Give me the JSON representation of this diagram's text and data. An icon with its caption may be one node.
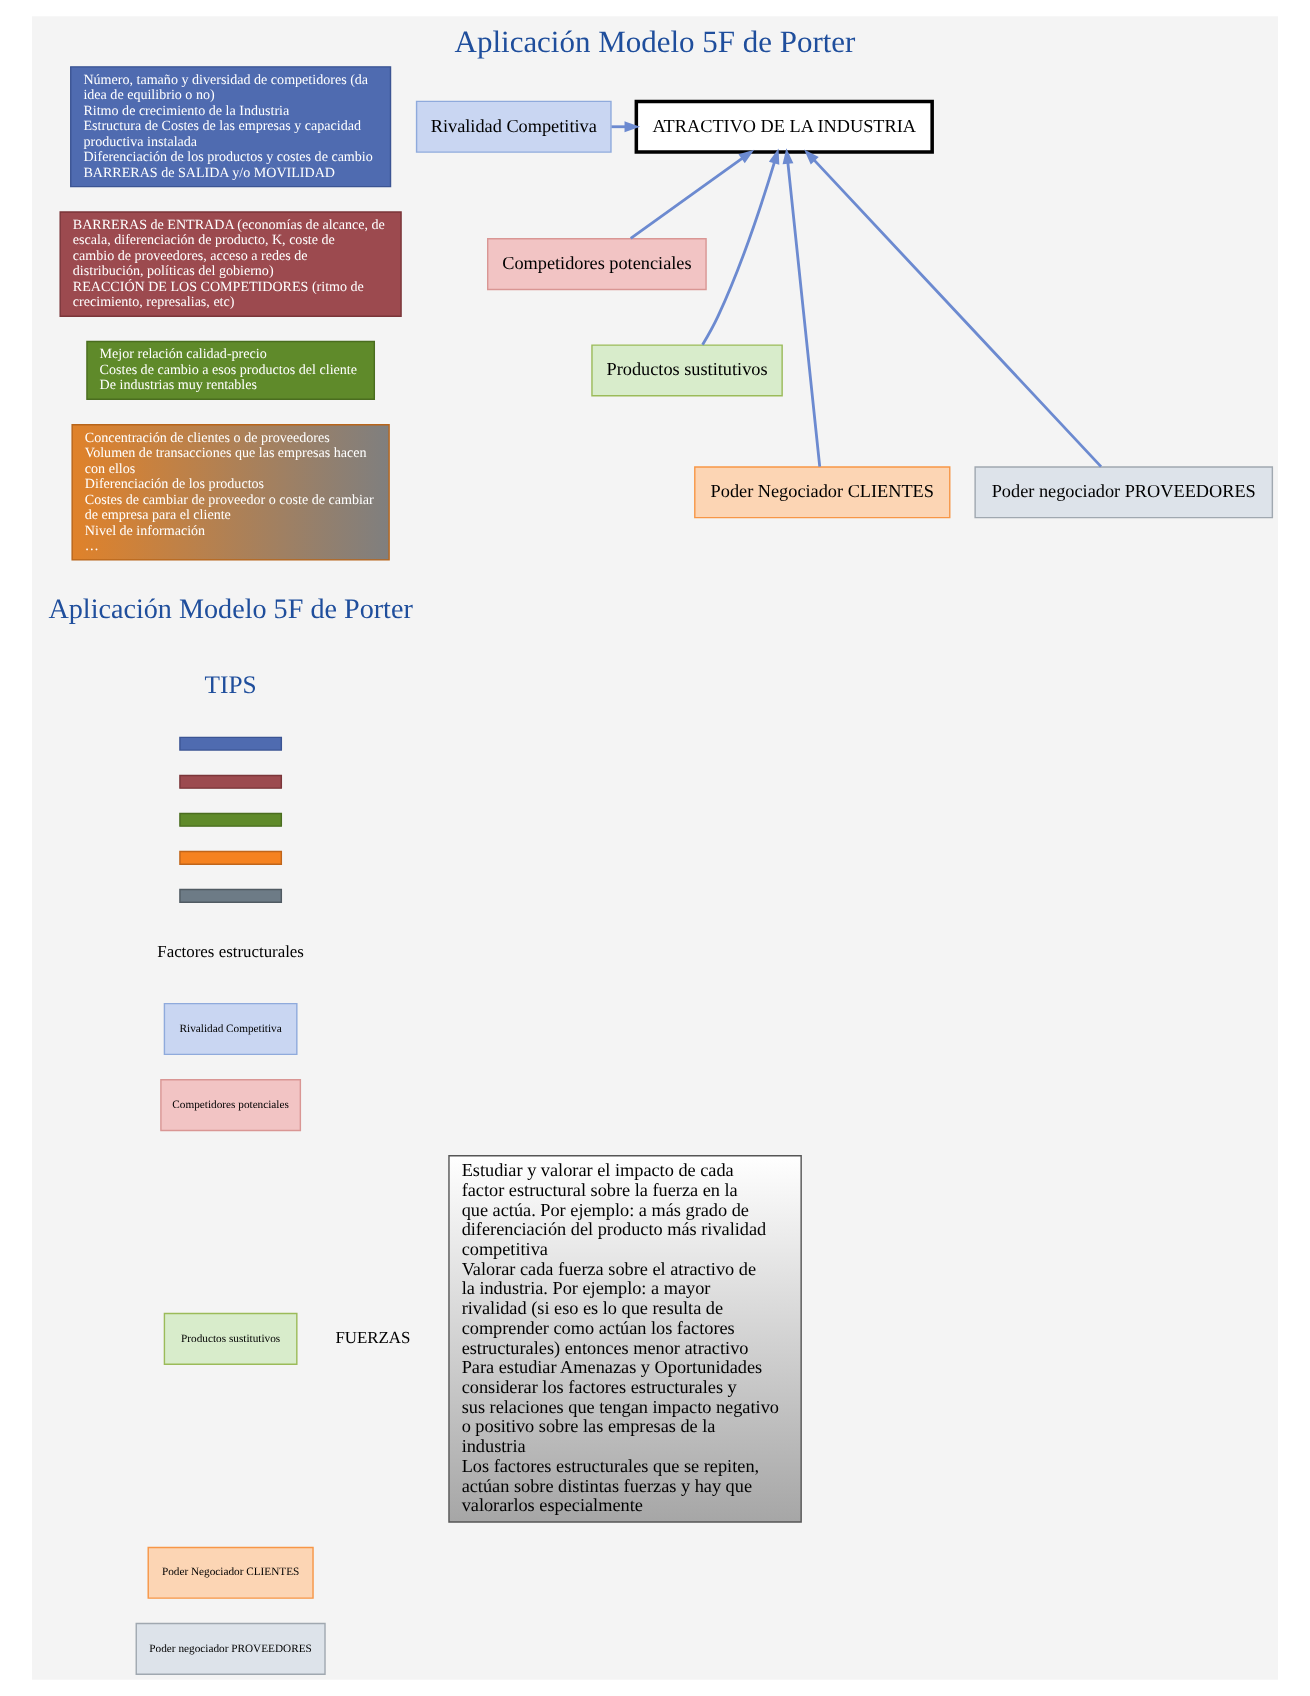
{
  "diagram": {
    "title": "Aplicación Modelo 5F de Porter",
    "nodes": [
      {
        "text": [
          "Número, tamaño y diversidad de competidores (da idea de equilibrio o no)",
          "Ritmo de crecimiento de la Industria",
          "Estructura de Costes de las empresas y capacidad productiva instalada",
          "Diferenciación de los productos  y costes de cambio",
          "BARRERAS de SALIDA y/o MOVILIDAD"
        ]
      },
      {
        "text": [
          "Rivalidad Competitiva"
        ]
      },
      {
        "text": [
          "ATRACTIVO DE LA INDUSTRIA"
        ]
      },
      {
        "text": [
          "BARRERAS de ENTRADA  (economías de alcance, de escala, diferenciación de producto, K, coste de cambio de proveedores, acceso a redes de distribución, políticas del gobierno)",
          "REACCIÓN DE LOS COMPETIDORES (ritmo de crecimiento, represalias, etc)"
        ]
      },
      {
        "text": [
          "Competidores potenciales"
        ]
      },
      {
        "text": [
          "Mejor relación calidad-precio",
          "Costes de cambio a esos productos del cliente",
          "De industrias muy rentables"
        ]
      },
      {
        "text": [
          "Productos sustitutivos"
        ]
      },
      {
        "text": [
          "Poder Negociador CLIENTES"
        ]
      },
      {
        "text": [
          "Concentración de clientes o de proveedores",
          "Volumen de transacciones que las empresas hacen con ellos",
          "Diferenciación de los productos",
          "Costes de cambiar de proveedor o coste de cambiar de empresa para el cliente",
          "Nivel de información",
          "…"
        ]
      },
      {
        "text": [
          "Poder negociador PROVEEDORES"
        ]
      },
      {
        "text": [],
        "shape": "bar"
      },
      {
        "text": [],
        "shape": "bar"
      },
      {
        "text": [],
        "shape": "bar"
      },
      {
        "text": [],
        "shape": "bar"
      },
      {
        "text": [],
        "shape": "bar"
      },
      {
        "text": [
          "Rivalidad Competitiva"
        ]
      },
      {
        "text": [
          "Competidores potenciales"
        ]
      },
      {
        "text": [
          "Productos sustitutivos"
        ]
      },
      {
        "text": [
          "Poder Negociador CLIENTES"
        ]
      },
      {
        "text": [
          "Poder negociador PROVEEDORES"
        ]
      },
      {
        "text": [
          "Estudiar y valorar el impacto de cada factor estructural sobre la fuerza en la que actúa. Por ejemplo: a más grado de diferenciación del producto más rivalidad competitiva",
          "Valorar cada fuerza sobre el atractivo de la industria. Por ejemplo: a mayor rivalidad (si eso es lo que resulta de comprender como actúan los factores estructurales) entonces menor atractivo",
          "Para estudiar Amenazas y Oportunidades considerar los factores estructurales y sus relaciones que tengan impacto negativo o positivo sobre las empresas de la industria",
          "Los factores estructurales que se repiten, actúan sobre distintas fuerzas y hay que valorarlos especialmente"
        ]
      }
    ],
    "edges": [
      {
        "from": 1,
        "to": 2,
        "arrow": "to"
      },
      {
        "from": 4,
        "to": 2,
        "arrow": "to"
      },
      {
        "from": 6,
        "to": 2,
        "arrow": "to"
      },
      {
        "from": 9,
        "to": 2,
        "arrow": "to"
      },
      {
        "from": 7,
        "to": 2,
        "arrow": "to"
      }
    ],
    "labels": [
      "Aplicación Modelo 5F de Porter",
      "TIPS",
      "Factores estructurales",
      "FUERZAS"
    ]
  }
}
